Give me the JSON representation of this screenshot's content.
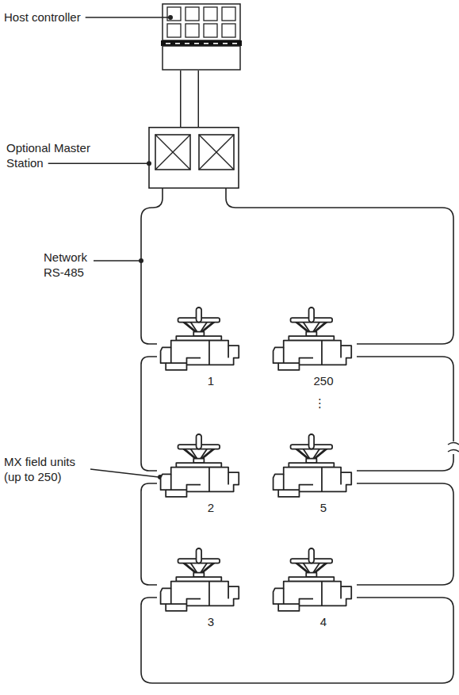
{
  "diagram": {
    "nodes": [
      {
        "text": [
          "Host controller"
        ]
      },
      {
        "text": [
          "Optional Master Station"
        ]
      },
      {
        "text": [
          "1"
        ]
      },
      {
        "text": [
          "250"
        ]
      },
      {
        "text": [
          "2"
        ]
      },
      {
        "text": [
          "5"
        ]
      },
      {
        "text": [
          "3"
        ]
      },
      {
        "text": [
          "4"
        ]
      }
    ],
    "edges": [
      {
        "from": 0,
        "to": 1,
        "arrow": "none"
      },
      {
        "from": 1,
        "to": 2,
        "arrow": "none"
      },
      {
        "from": 2,
        "to": 4,
        "arrow": "none"
      },
      {
        "from": 4,
        "to": 6,
        "arrow": "none"
      },
      {
        "from": 6,
        "to": 7,
        "arrow": "none"
      },
      {
        "from": 7,
        "to": 5,
        "arrow": "none"
      },
      {
        "from": 5,
        "to": 3,
        "arrow": "none"
      },
      {
        "from": 3,
        "to": 1,
        "arrow": "none"
      }
    ],
    "labels": [
      "Network RS-485",
      "MX field units (up to 250)",
      "⋮"
    ]
  }
}
